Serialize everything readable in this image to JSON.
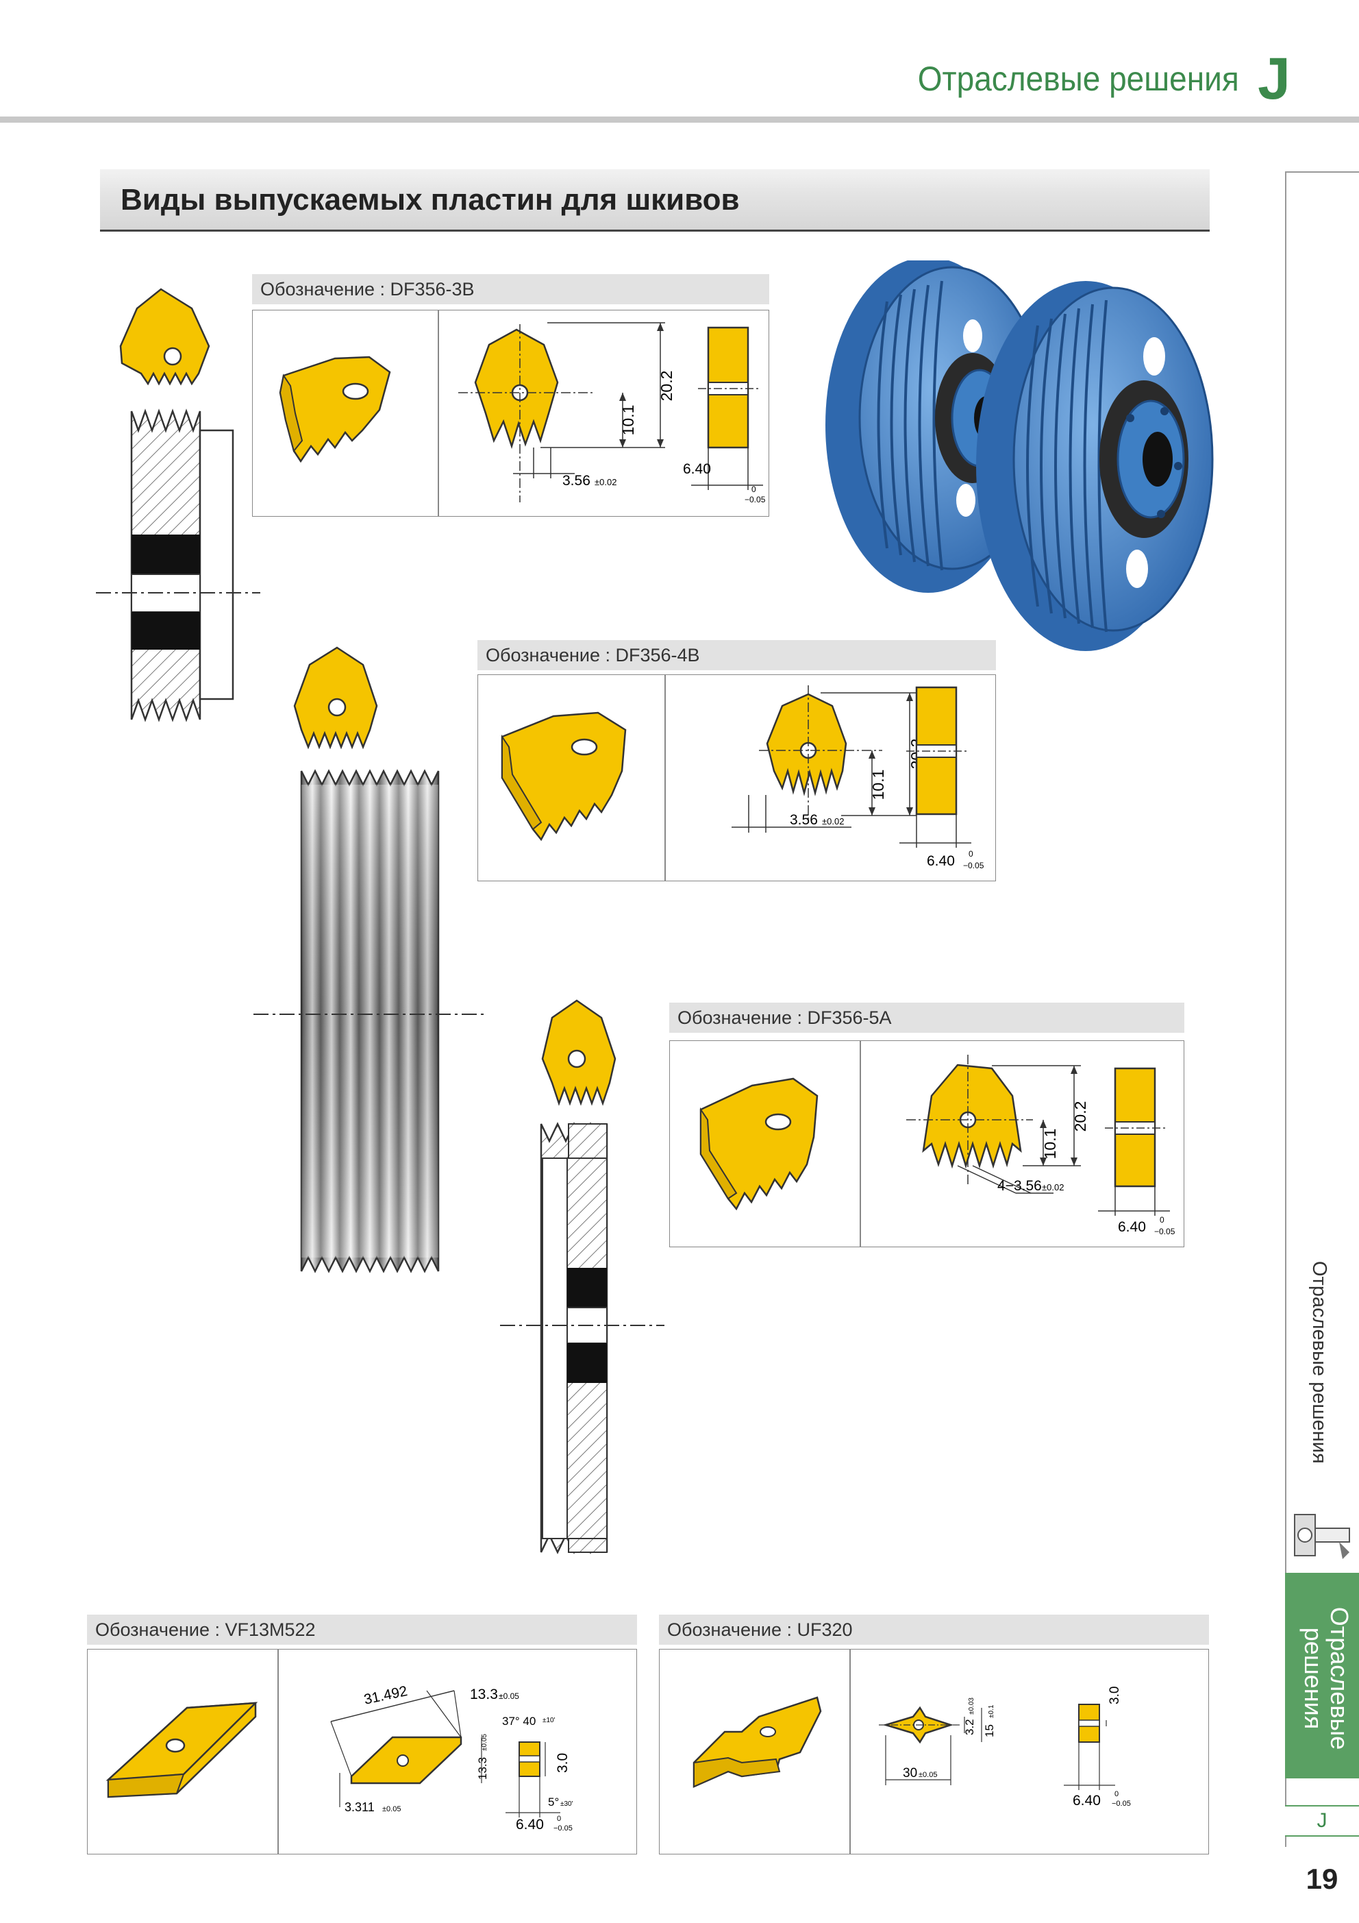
{
  "header": {
    "title": "Отраслевые решения",
    "letter": "J"
  },
  "section": {
    "title": "Виды выпускаемых пластин для шкивов"
  },
  "inserts": [
    {
      "label": "Обозначение : DF356-3B",
      "dims": {
        "h1": "20.2",
        "h2": "10.1",
        "pitch": "3.56",
        "pitch_tol": "±0.02",
        "thickness": "6.40",
        "thk_tol_up": "0",
        "thk_tol_dn": "−0.05"
      }
    },
    {
      "label": "Обозначение : DF356-4B",
      "dims": {
        "h1": "20.2",
        "h2": "10.1",
        "pitch": "3.56",
        "pitch_tol": "±0.02",
        "thickness": "6.40",
        "thk_tol_up": "0",
        "thk_tol_dn": "−0.05"
      }
    },
    {
      "label": "Обозначение : DF356-5A",
      "dims": {
        "h1": "20.2",
        "h2": "10.1",
        "pitch": "4−3.56",
        "pitch_tol": "±0.02",
        "thickness": "6.40",
        "thk_tol_up": "0",
        "thk_tol_dn": "−0.05"
      }
    },
    {
      "label": "Обозначение : VF13M522",
      "dims": {
        "len": "31.492",
        "w": "13.3",
        "w_tol": "±0.05",
        "h": "13.3",
        "h_tol": "±0.05",
        "ang1": "37° 40",
        "ang1_tol": "±10'",
        "ang2": "5°",
        "ang2_tol": "±30'",
        "t": "3.0",
        "r": "3.311",
        "r_tol": "±0.05",
        "thickness": "6.40",
        "thk_tol_up": "0",
        "thk_tol_dn": "−0.05"
      }
    },
    {
      "label": "Обозначение : UF320",
      "dims": {
        "len": "30",
        "len_tol": "±0.05",
        "h1": "3.2",
        "h1_tol": "±0.03",
        "h2": "15",
        "h2_tol": "±0.1",
        "t": "3.0",
        "thickness": "6.40",
        "thk_tol_up": "0",
        "thk_tol_dn": "−0.05"
      }
    }
  ],
  "sidebar": {
    "section_vertical": "Отраслевые решения",
    "tab_label": "Отраслевые\nрешения",
    "tab_letter": "J",
    "page_number": "19"
  },
  "colors": {
    "insert_yellow": "#f5c400",
    "brand_green": "#3c8a4c",
    "tab_green": "#5aa063",
    "pulley_blue": "#3e7fc4"
  }
}
